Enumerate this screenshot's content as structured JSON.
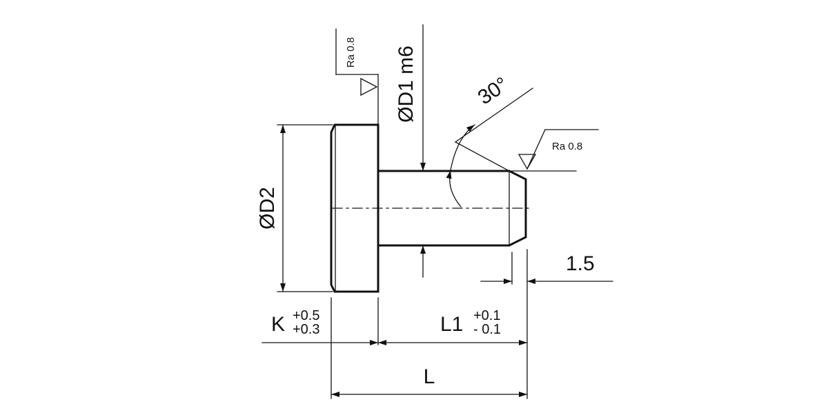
{
  "labels": {
    "d1": "ØD1 m6",
    "d2": "ØD2",
    "angle": "30°",
    "ra_left": "Ra 0.8",
    "ra_right": "Ra 0.8",
    "chamfer": "1.5",
    "k": "K",
    "k_tol_upper": "+0.5",
    "k_tol_lower": "+0.3",
    "l1": "L1",
    "l1_tol_upper": "+0.1",
    "l1_tol_lower": "- 0.1",
    "l": "L"
  }
}
